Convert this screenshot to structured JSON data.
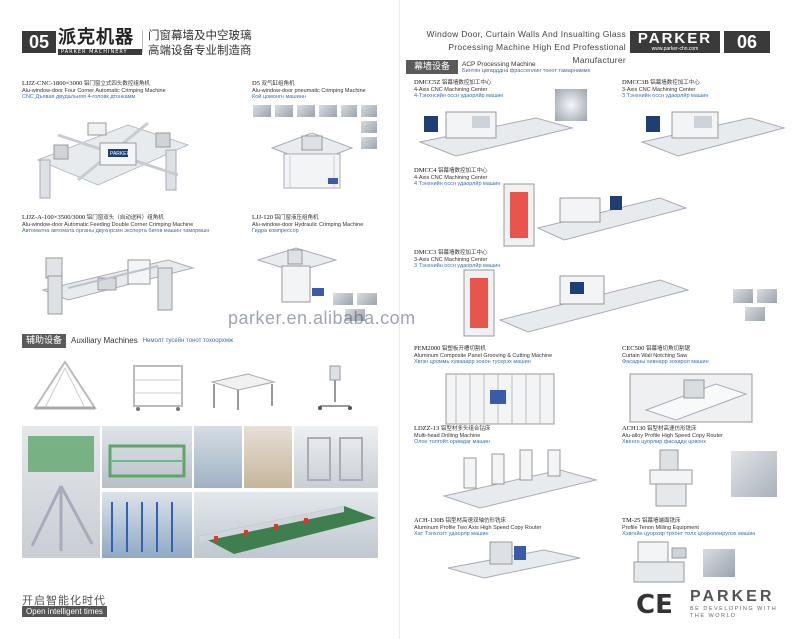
{
  "left_page": {
    "number": "05",
    "brand_cn": "派克机器",
    "brand_en": "PARKER MACHINERY",
    "header_cn_line1": "门窗幕墙及中空玻璃",
    "header_cn_line2": "高端设备专业制造商",
    "machines": [
      {
        "code": "LJJZ-CNC-1800×3000",
        "cn": "铝门窗立式四头数控组角机",
        "en": "Alu-window-door Four Corner Automatic Crimping Machine",
        "ru": "CNC Дъявая двудальняя 4-головк дтонкамм"
      },
      {
        "code": "D5",
        "cn": "双气缸组角机",
        "en": "Alu-window-door pneumatic Crimping Machine",
        "ru": "Кой цомонгн машинн"
      },
      {
        "code": "LJJZ-A-100×3500/3000",
        "cn": "铝门窗双头（自动送料）组角机",
        "en": "Alu-window-door Automatic Feeding Double Corner Crimping Machine",
        "ru": "Автоматна автомата органы двухнрсмн эксперта бигов машин тамормшн"
      },
      {
        "code": "LJJ-120",
        "cn": "铝门窗液压组角机",
        "en": "Alu-window-door Hydraulic Crimping Machine",
        "ru": "Гидра компрессор"
      }
    ],
    "auxiliary": {
      "cn": "辅助设备",
      "en": "Auxiliary Machines",
      "ru": "Немолт тусейн тонот тохоорхмж"
    },
    "footer_cn": "开启智能化时代",
    "footer_en": "Open intelligent times"
  },
  "right_page": {
    "number": "06",
    "header_en_line1": "Window Door, Curtain Walls And Insualting Glass",
    "header_en_line2": "Processing Machine High End Professtional Manufacturer",
    "logo": "PARKER",
    "logo_url": "www.parker-chn.com",
    "section": {
      "cn": "幕墙设备",
      "en": "ACP Processing Machine",
      "ru": "Бинтян цвгарддна фрасселлин тонот тамарнаммх"
    },
    "machines": [
      {
        "code": "DMCC5Z",
        "cn": "铝幕墙数控加工中心",
        "en": "4-Axis CNC Machining Center",
        "ru": "4-Тэнхнсийн оссн удаорлйр машин"
      },
      {
        "code": "DMCC3B",
        "cn": "铝幕墙数控加工中心",
        "en": "3-Axis CNC Machining Center",
        "ru": "3 Тэнхнийн оссн удаорлйр машин"
      },
      {
        "code": "DMCC4",
        "cn": "铝幕墙数控加工中心",
        "en": "4-Axis CNC Machining Center",
        "ru": "4 Тэнхнийн оссн удаорлйр машин"
      },
      {
        "code": "DMCC3",
        "cn": "铝幕墙数控加工中心",
        "en": "3-Axis CNC Machining Center",
        "ru": "3 Тэнхнийн оссн удаорлйр машин"
      },
      {
        "code": "PEM2000",
        "cn": "铝塑板开槽切割机",
        "en": "Aluminum Composite Panel Grooving & Cutting Machine",
        "ru": "Хвгзн цроммь хувааарр зоаон тусерэх машин"
      },
      {
        "code": "CEC500",
        "cn": "铝幕墙切角切割锯",
        "en": "Curtain Wall Notching Saw",
        "ru": "Фасадны хивнарр зохирол машин"
      },
      {
        "code": "LDZZ-13",
        "cn": "铝型材多头组合钻床",
        "en": "Multi-head Drilling Machine",
        "ru": "Олон толгойт оримдаг машин"
      },
      {
        "code": "ACH130",
        "cn": "铝型材高速仿形铣床",
        "en": "Alu-alloy Profile High Speed Copy Router",
        "ru": "Хвенгн цуорлир фасаддн цовонх"
      },
      {
        "code": "ACH-130B",
        "cn": "铝型材高速双轴仿形铣床",
        "en": "Aluminum Profile Two Axis High Speed Copy Router",
        "ru": "Хат Тэнхлэгт удаорлр машин"
      },
      {
        "code": "TM-25",
        "cn": "铝幕墙端面铣床",
        "en": "Profile Tenon Milling Equipment",
        "ru": "Хэвгнйн цуорхир трхонт толх цооролоирулэх машин"
      }
    ],
    "footer_logo": "PARKER",
    "footer_tagline": "BE DEVELOPING WITH THE WORLD",
    "ce": "CE"
  },
  "watermark": "parker.en.alibaba.com",
  "colors": {
    "dark": "#3a3a3a",
    "accent_ru": "#3a6fb5",
    "machine_white": "#f2f4f6",
    "machine_blue": "#1f3e74"
  }
}
